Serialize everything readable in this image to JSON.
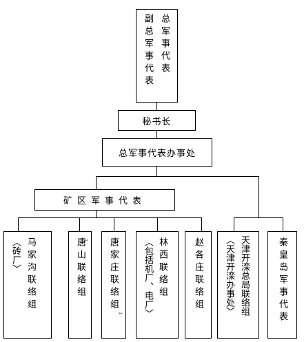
{
  "top_box": {
    "column_right": "总军事代表",
    "column_left": "副总军事代表"
  },
  "secretary_general": "秘书长",
  "office": "总军事代表办事处",
  "mining_area": "矿区军事代表",
  "groups": [
    {
      "name": "〈砖厂〉马家沟联络组"
    },
    {
      "name": "唐山联络组",
      "mark": "↵"
    },
    {
      "name": "唐家庄联络组",
      "mark": "↵"
    },
    {
      "name": "林西联络组（包括机厂、电厂）"
    },
    {
      "name": "赵各庄联络组"
    },
    {
      "name": "天津开滦总局联络组（天津开滦办事处）"
    },
    {
      "name": "秦皇岛军事代表"
    }
  ],
  "labels": {
    "majiagou_brick": "〈砖厂〉",
    "majiagou_name": "马家沟联络组",
    "tangshan": "唐山联络组",
    "tangjiazhuang": "唐家庄联络组",
    "linxi_name": "林西联络组",
    "linxi_note": "〈包括机厂、电厂〉",
    "zhaogezhuang": "赵各庄联络组",
    "tianjin_name": "天津开滦总局联络组",
    "tianjin_note": "〈天津开滦办事处〉",
    "qinhuangdao": "秦皇岛军事代表",
    "return_mark": "↵"
  }
}
